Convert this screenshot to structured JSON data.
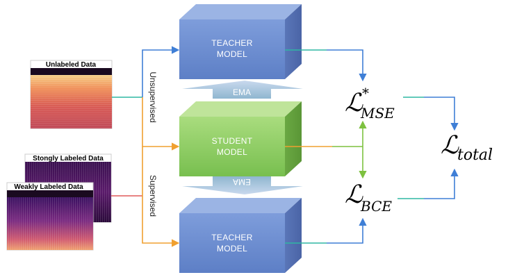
{
  "inputs": {
    "unlabeled": "Unlabeled Data",
    "strongly": "Stongly Labeled Data",
    "weakly": "Weakly Labeled Data"
  },
  "branches": {
    "unsupervised": "Unsupervised",
    "supervised": "Supervised"
  },
  "models": {
    "teacher_top": [
      "TEACHER",
      "MODEL"
    ],
    "student": [
      "STUDENT",
      "MODEL"
    ],
    "teacher_bottom": [
      "TEACHER",
      "MODEL"
    ]
  },
  "ema": {
    "top": "EMA",
    "bottom": "EMA"
  },
  "losses": {
    "mse": {
      "base": "ℒ",
      "sup": "*",
      "sub": "MSE"
    },
    "bce": {
      "base": "ℒ",
      "sub": "BCE"
    },
    "total": {
      "base": "ℒ",
      "sub": "total"
    }
  },
  "colors": {
    "teacher": "#6f8fd0",
    "student": "#7fc45a",
    "arrow_blue": "#3f7fd6",
    "arrow_orange": "#f0a030",
    "arrow_green": "#7dc13f",
    "arrow_teal": "#2fb7a3",
    "arrow_red": "#e05a5a"
  }
}
